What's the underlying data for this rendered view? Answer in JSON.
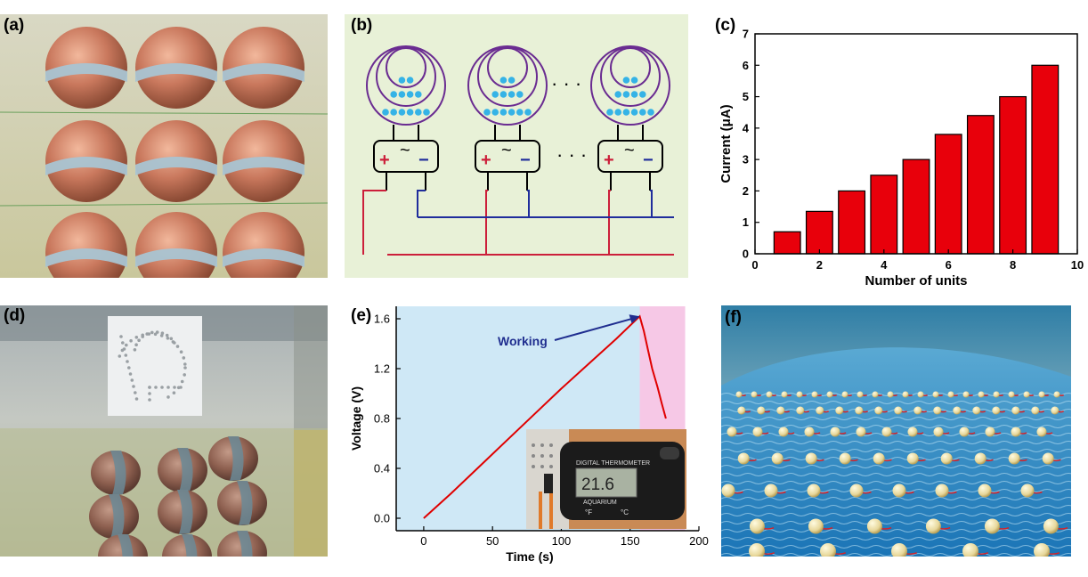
{
  "panels": {
    "a": {
      "label": "(a)"
    },
    "b": {
      "label": "(b)",
      "dots": "· · ·",
      "plus": "+",
      "minus": "−",
      "ac": "~"
    },
    "c": {
      "label": "(c)"
    },
    "d": {
      "label": "(d)"
    },
    "e": {
      "label": "(e)",
      "annotation": "Working",
      "thermometer": {
        "reading": "21.6",
        "brand": "DIGITAL THERMOMETER",
        "model": "AQUARIUM",
        "unit_f": "°F",
        "unit_c": "°C"
      }
    },
    "f": {
      "label": "(f)"
    }
  },
  "chart_data": [
    {
      "type": "bar",
      "x": [
        1,
        2,
        3,
        4,
        5,
        6,
        7,
        8,
        9
      ],
      "values": [
        0.7,
        1.35,
        2.0,
        2.5,
        3.0,
        3.8,
        4.4,
        5.0,
        6.0
      ],
      "xlabel": "Number of units",
      "ylabel": "Current (μA)",
      "xlim": [
        0,
        10
      ],
      "ylim": [
        0,
        7
      ],
      "xticks": [
        "0",
        "2",
        "4",
        "6",
        "8",
        "10"
      ],
      "yticks": [
        "0",
        "1",
        "2",
        "3",
        "4",
        "5",
        "6",
        "7"
      ],
      "bar_color": "#e8000b",
      "grid": false
    },
    {
      "type": "line",
      "x": [
        0,
        20,
        40,
        60,
        80,
        100,
        120,
        140,
        157,
        160,
        163,
        166,
        170,
        173,
        176
      ],
      "y": [
        0.0,
        0.2,
        0.41,
        0.62,
        0.83,
        1.04,
        1.24,
        1.44,
        1.62,
        1.5,
        1.35,
        1.2,
        1.05,
        0.92,
        0.8
      ],
      "xlabel": "Time (s)",
      "ylabel": "Voltage (V)",
      "xlim": [
        -20,
        200
      ],
      "ylim": [
        -0.1,
        1.7
      ],
      "xticks": [
        "0",
        "50",
        "100",
        "150",
        "200"
      ],
      "yticks": [
        "0.0",
        "0.4",
        "0.8",
        "1.2",
        "1.6"
      ],
      "line_color": "#e00000",
      "regions": [
        {
          "from": -20,
          "to": 157,
          "color": "#cfe8f6"
        },
        {
          "from": 157,
          "to": 190,
          "color": "#f6c8e6"
        }
      ]
    }
  ]
}
